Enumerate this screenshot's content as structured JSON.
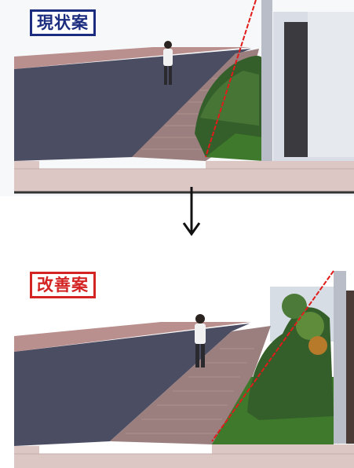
{
  "panels": [
    {
      "id": "current",
      "label": "現状案",
      "label_color": "#1c2d80"
    },
    {
      "id": "improved",
      "label": "改善案",
      "label_color": "#d42323"
    }
  ],
  "colors": {
    "road": "#4b4d63",
    "sidewalk": "#9a7f7e",
    "curb": "#ddc7c5",
    "hedge": "#355f2a",
    "building": "#b9bdc8",
    "sightline": "#e11a1a"
  },
  "icons": [
    "down-arrow-icon",
    "pedestrian-icon"
  ]
}
